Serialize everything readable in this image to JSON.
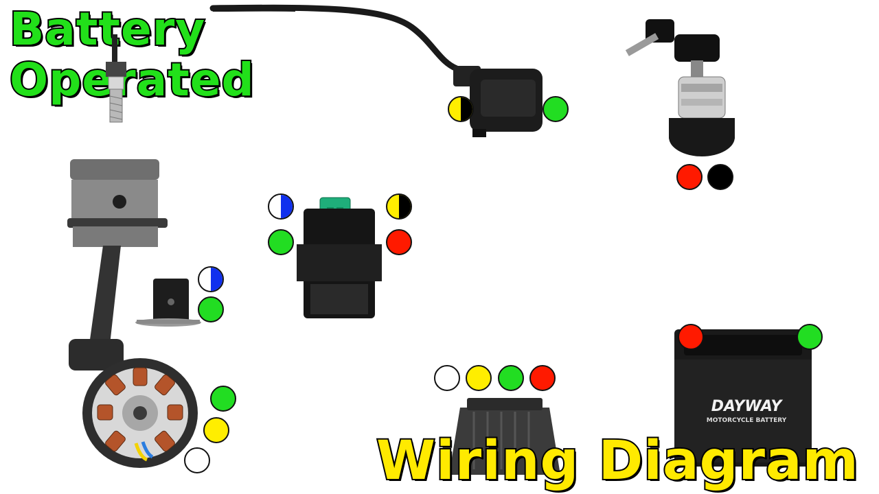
{
  "titles": {
    "line1": "Battery",
    "line2": "Operated",
    "bottom": "Wiring Diagram"
  },
  "battery": {
    "brand": "DAYWAY",
    "subtitle": "MOTORCYCLE BATTERY"
  },
  "colors": {
    "green": "#22dd22",
    "yellow": "#ffee00",
    "red": "#ff1a00",
    "black": "#000000",
    "blue": "#1030ee",
    "white": "#ffffff",
    "title_green": "#22e01a",
    "title_yellow": "#ffea00"
  },
  "components": [
    {
      "id": "ignition-coil",
      "wires": [
        {
          "fill": "yellow",
          "half": "black"
        },
        {
          "fill": "green"
        }
      ]
    },
    {
      "id": "ignition-switch",
      "wires": [
        {
          "fill": "red"
        },
        {
          "fill": "black"
        }
      ]
    },
    {
      "id": "cdi-unit",
      "wires": [
        {
          "fill": "white",
          "half": "blue"
        },
        {
          "fill": "green"
        },
        {
          "fill": "yellow",
          "half": "black"
        },
        {
          "fill": "red"
        }
      ]
    },
    {
      "id": "pickup-coil",
      "wires": [
        {
          "fill": "white",
          "half": "blue"
        },
        {
          "fill": "green"
        }
      ]
    },
    {
      "id": "stator",
      "wires": [
        {
          "fill": "green"
        },
        {
          "fill": "yellow"
        },
        {
          "fill": "white"
        }
      ]
    },
    {
      "id": "regulator-rectifier",
      "wires": [
        {
          "fill": "white"
        },
        {
          "fill": "yellow"
        },
        {
          "fill": "green"
        },
        {
          "fill": "red"
        }
      ]
    },
    {
      "id": "battery",
      "wires": [
        {
          "fill": "red"
        },
        {
          "fill": "green"
        }
      ]
    }
  ]
}
